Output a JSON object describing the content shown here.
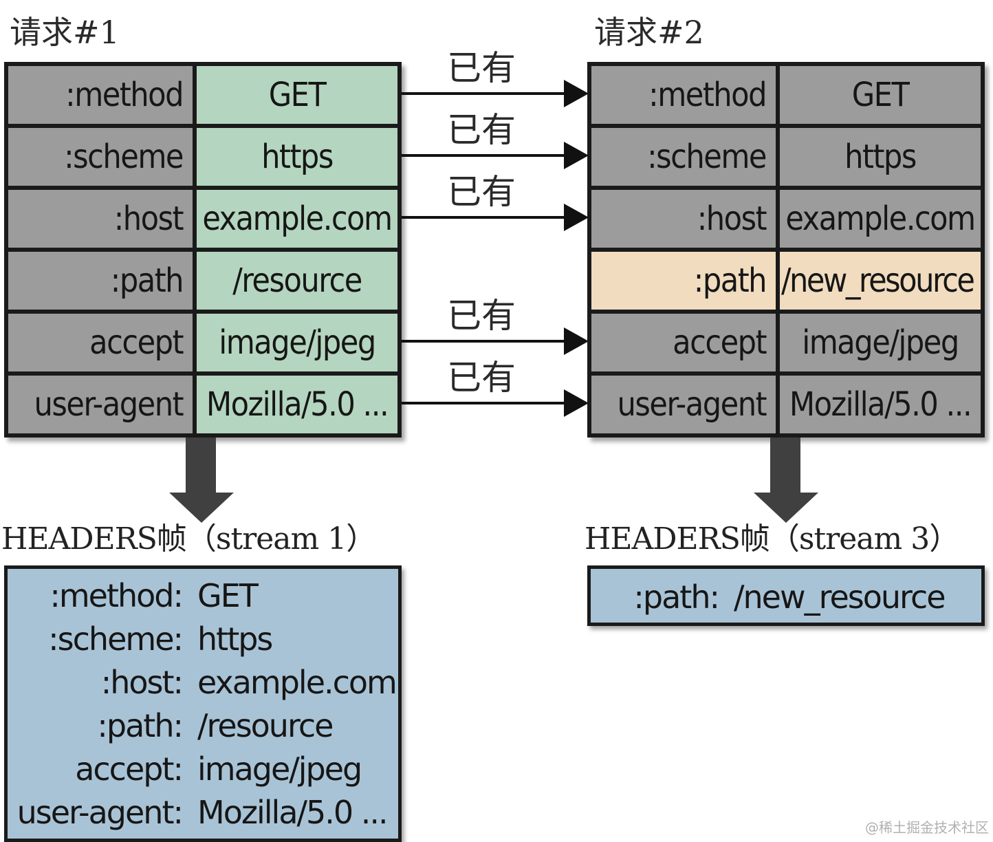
{
  "request1": {
    "title": "请求#1",
    "rows": [
      {
        "key": ":method",
        "value": "GET"
      },
      {
        "key": ":scheme",
        "value": "https"
      },
      {
        "key": ":host",
        "value": "example.com"
      },
      {
        "key": ":path",
        "value": "/resource"
      },
      {
        "key": "accept",
        "value": "image/jpeg"
      },
      {
        "key": "user-agent",
        "value": "Mozilla/5.0 ..."
      }
    ]
  },
  "request2": {
    "title": "请求#2",
    "rows": [
      {
        "key": ":method",
        "value": "GET"
      },
      {
        "key": ":scheme",
        "value": "https"
      },
      {
        "key": ":host",
        "value": "example.com"
      },
      {
        "key": ":path",
        "value": "/new_resource"
      },
      {
        "key": "accept",
        "value": "image/jpeg"
      },
      {
        "key": "user-agent",
        "value": "Mozilla/5.0 ..."
      }
    ]
  },
  "arrows": {
    "label": "已有",
    "rows": [
      0,
      1,
      2,
      4,
      5
    ]
  },
  "frame1": {
    "title": "HEADERS帧（stream 1）",
    "lines": [
      {
        "key": ":method:",
        "value": "GET"
      },
      {
        "key": ":scheme:",
        "value": "https"
      },
      {
        "key": ":host:",
        "value": "example.com"
      },
      {
        "key": ":path:",
        "value": "/resource"
      },
      {
        "key": "accept:",
        "value": "image/jpeg"
      },
      {
        "key": "user-agent:",
        "value": "Mozilla/5.0 ..."
      }
    ]
  },
  "frame2": {
    "title": "HEADERS帧（stream 3）",
    "lines": [
      {
        "key": ":path:",
        "value": "/new_resource"
      }
    ]
  },
  "colors": {
    "request1_value_bg": "#b4d5bf",
    "request2_value_bg": "#9c9c9c",
    "key_bg": "#9c9c9c",
    "changed_bg": "#f1dcbf",
    "frame_bg": "#a9c3d6",
    "border": "#1a1a1a"
  },
  "watermark": "@稀土掘金技术社区"
}
